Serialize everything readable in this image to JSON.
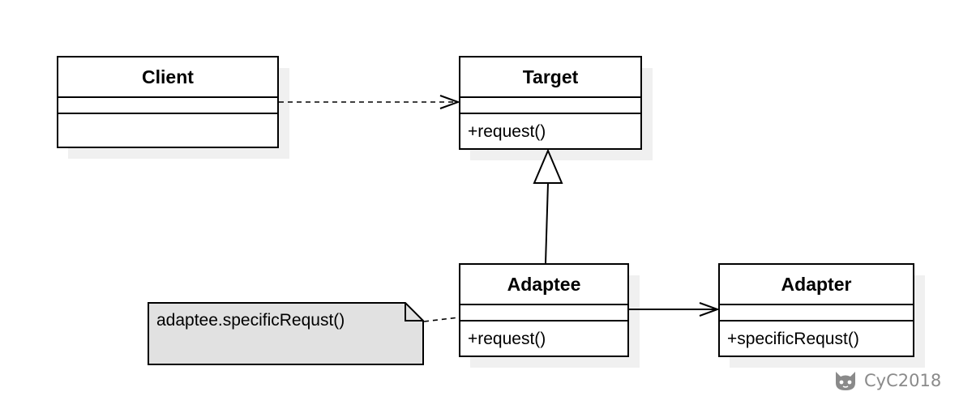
{
  "classes": {
    "client": {
      "name": "Client",
      "members": []
    },
    "target": {
      "name": "Target",
      "members": [
        "+request()"
      ]
    },
    "adaptee": {
      "name": "Adaptee",
      "members": [
        "+request()"
      ]
    },
    "adapter": {
      "name": "Adapter",
      "members": [
        "+specificRequst()"
      ]
    }
  },
  "note": {
    "text": "adaptee.specificRequst()"
  },
  "relations": [
    {
      "from": "Client",
      "to": "Target",
      "kind": "dependency"
    },
    {
      "from": "Adaptee",
      "to": "Target",
      "kind": "generalization"
    },
    {
      "from": "Adaptee",
      "to": "Adapter",
      "kind": "association"
    },
    {
      "from": "note",
      "to": "Adaptee",
      "kind": "note-anchor"
    }
  ],
  "watermark": {
    "text": "CyC2018",
    "icon": "cat-icon"
  }
}
